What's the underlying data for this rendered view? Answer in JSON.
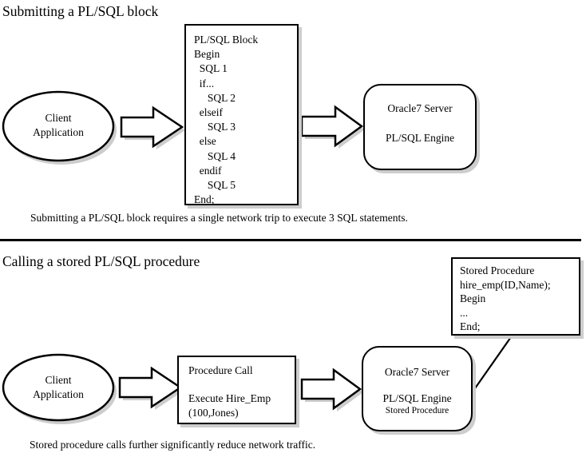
{
  "section1": {
    "title": "Submitting a PL/SQL block",
    "client_ellipse_label": "Client\nApplication",
    "plsql_block_text": "PL/SQL Block\nBegin\n  SQL 1\n  if...\n     SQL 2\n  elseif\n     SQL 3\n  else\n     SQL 4\n  endif\n     SQL 5\nEnd;",
    "server_box": {
      "line1": "Oracle7 Server",
      "line2": "PL/SQL Engine"
    },
    "caption": "Submitting a PL/SQL block requires a single network trip to execute 3 SQL statements."
  },
  "section2": {
    "title": "Calling a stored PL/SQL procedure",
    "client_ellipse_label": "Client\nApplication",
    "stored_procedure_box_text": "Stored Procedure\nhire_emp(ID,Name);\nBegin\n...\nEnd;",
    "procedure_call_box_text": "Procedure Call\n\nExecute Hire_Emp\n(100,Jones)",
    "server_box": {
      "line1": "Oracle7 Server",
      "line2": "PL/SQL Engine",
      "line3": "Stored Procedure"
    },
    "caption": "Stored procedure calls further significantly reduce network traffic."
  },
  "colors": {
    "ink": "#000000",
    "shadow": "#cdcdcd",
    "background": "#ffffff"
  }
}
